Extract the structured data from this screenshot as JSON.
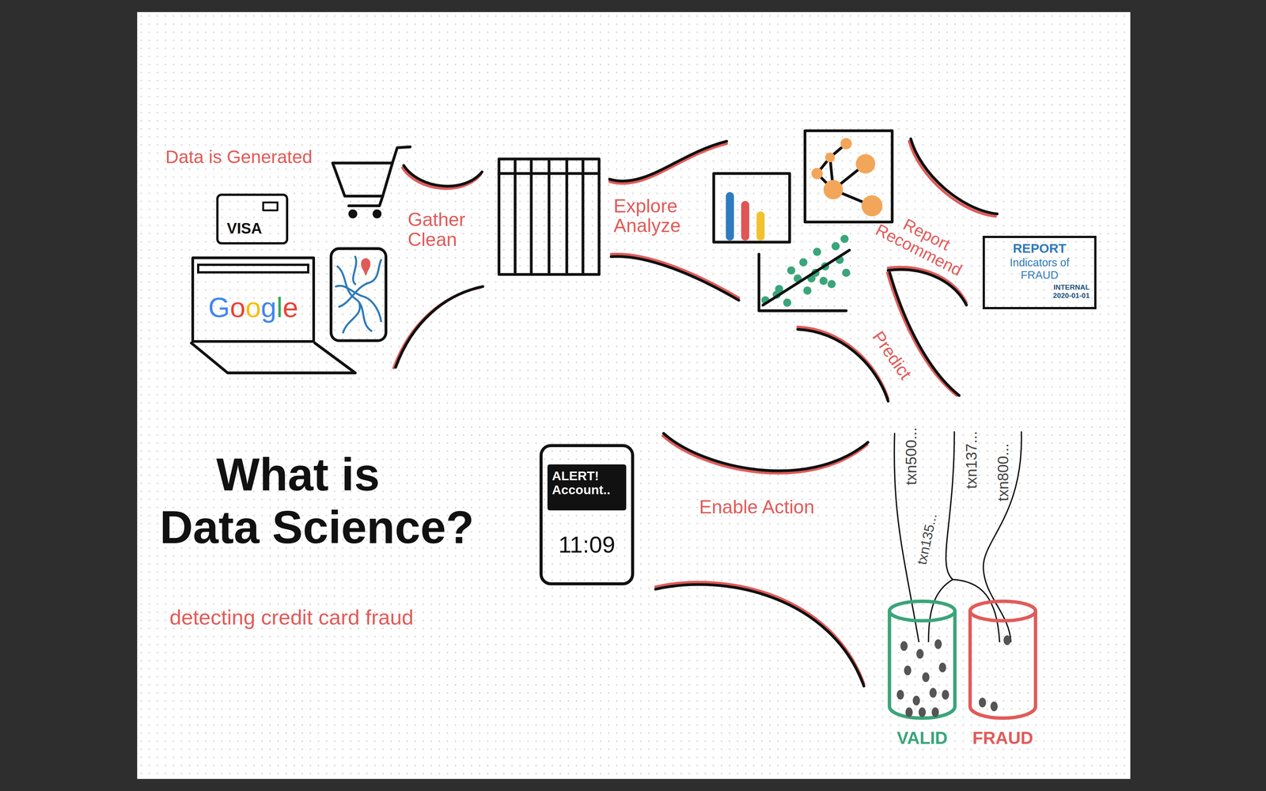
{
  "diagram": {
    "title": "What is Data Science?",
    "caption": "detecting credit card fraud",
    "nodes": [
      {
        "text": [
          "VISA"
        ]
      },
      {
        "text": [
          "Google"
        ]
      },
      {
        "text": [
          "REPORT",
          "Indicators of FRAUD",
          "INTERNAL",
          "2020-01-01"
        ]
      },
      {
        "text": [
          "11:09"
        ]
      },
      {
        "text": [
          "ALERT! Account.."
        ],
        "in": 3
      },
      {
        "text": [
          "VALID"
        ]
      },
      {
        "text": [
          "FRAUD"
        ]
      }
    ],
    "labels": [
      "Data is Generated",
      "Gather Clean",
      "Explore Analyze",
      "Report Recommend",
      "Predict",
      "Enable Action",
      "txn500...",
      "txn137...",
      "txn800...",
      "txn135..."
    ]
  }
}
